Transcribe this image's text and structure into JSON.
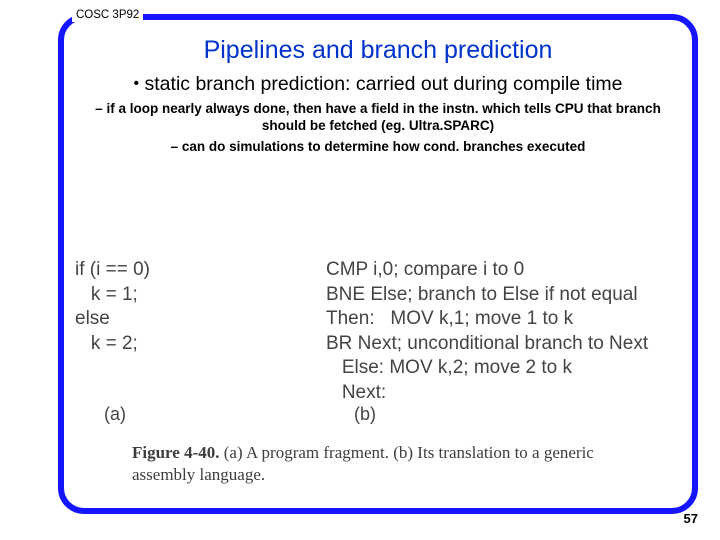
{
  "slide": {
    "header_label": "COSC 3P92",
    "title": "Pipelines and branch prediction",
    "page_number": "57",
    "accent_color": "#1414ff",
    "title_color": "#0033cc"
  },
  "bullets": [
    {
      "level": 1,
      "marker": "•",
      "text": "static branch prediction: carried out during compile time"
    },
    {
      "level": 2,
      "marker": "–",
      "text": "if a loop nearly always done, then have a field in the instn. which tells CPU that branch should be fetched (eg. Ultra.SPARC)"
    },
    {
      "level": 2,
      "marker": "–",
      "text": "can do simulations to determine how cond. branches executed"
    }
  ],
  "figure": {
    "code_a": "if (i == 0)\n   k = 1;\nelse\n   k = 2;",
    "code_b": "CMP i,0; compare i to 0\nBNE Else; branch to Else if not equal\nThen:   MOV k,1; move 1 to k\nBR Next; unconditional branch to Next\n   Else: MOV k,2; move 2 to k\n   Next:",
    "label_a": "(a)",
    "label_b": "(b)",
    "caption_number": "Figure 4-40.",
    "caption_text": "(a) A program fragment. (b) Its translation to a generic assembly language."
  }
}
